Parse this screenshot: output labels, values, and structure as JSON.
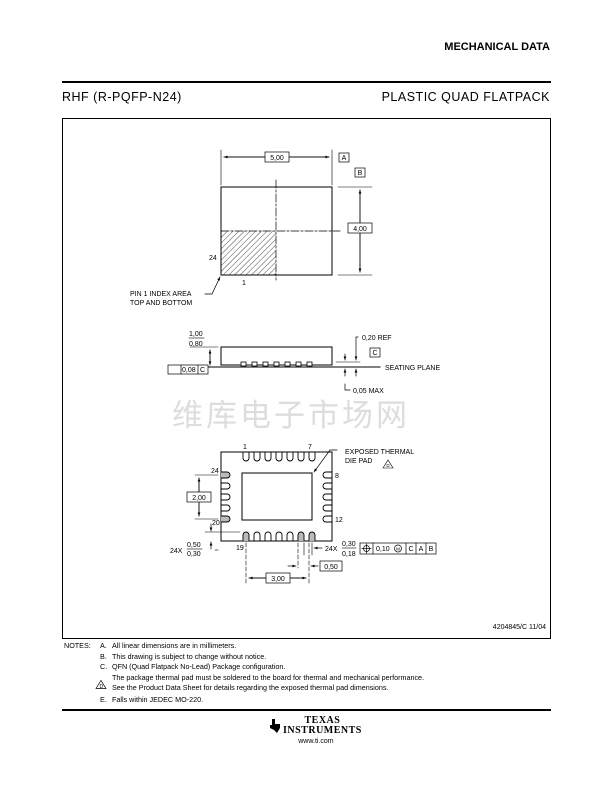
{
  "header": {
    "section": "MECHANICAL DATA",
    "package_code": "RHF (R-PQFP-N24)",
    "package_name": "PLASTIC QUAD FLATPACK"
  },
  "top_view": {
    "width_dim": "5,00",
    "height_dim": "4,00",
    "datum_a": "A",
    "datum_b": "B",
    "pin_24": "24",
    "pin_1": "1",
    "pin1_label_1": "PIN 1 INDEX AREA",
    "pin1_label_2": "TOP AND BOTTOM"
  },
  "side_view": {
    "height_max": "1,00",
    "height_min": "0,80",
    "ref": "0,20 REF",
    "datum_c": "C",
    "seating": "SEATING PLANE",
    "standoff": "0,05 MAX",
    "flatness": "0,08",
    "flatness_datum": "C"
  },
  "bottom_view": {
    "pin_1": "1",
    "pin_7": "7",
    "pin_8": "8",
    "pin_12": "12",
    "pin_19": "19",
    "pin_20": "20",
    "pin_24": "24",
    "pad_label_1": "EXPOSED THERMAL",
    "pad_label_2": "DIE PAD",
    "pad_note": "D",
    "pad_height": "2,00",
    "pad_width": "3,00",
    "pitch": "0,50",
    "lead_len_count": "24X",
    "lead_len_max": "0,50",
    "lead_len_min": "0,30",
    "lead_w_count": "24X",
    "lead_w_max": "0,30",
    "lead_w_min": "0,18",
    "tol": "0,10",
    "tol_mod": "M",
    "tol_c": "C",
    "tol_a": "A",
    "tol_b": "B"
  },
  "doc_number": "4204845/C 11/04",
  "notes": {
    "label": "NOTES:",
    "items": [
      {
        "key": "A.",
        "text": "All linear dimensions are in millimeters."
      },
      {
        "key": "B.",
        "text": "This drawing is subject to change without notice."
      },
      {
        "key": "C.",
        "text": "QFN (Quad Flatpack No-Lead) Package configuration."
      },
      {
        "key": "D",
        "text": "The package thermal pad must be soldered to the board for thermal and mechanical performance."
      },
      {
        "key": "",
        "text": "See the Product Data Sheet for details regarding the exposed thermal pad dimensions."
      },
      {
        "key": "E.",
        "text": "Falls within JEDEC MO-220."
      }
    ]
  },
  "footer": {
    "brand_1": "TEXAS",
    "brand_2": "INSTRUMENTS",
    "url": "www.ti.com"
  },
  "watermark": "维库电子市场网"
}
